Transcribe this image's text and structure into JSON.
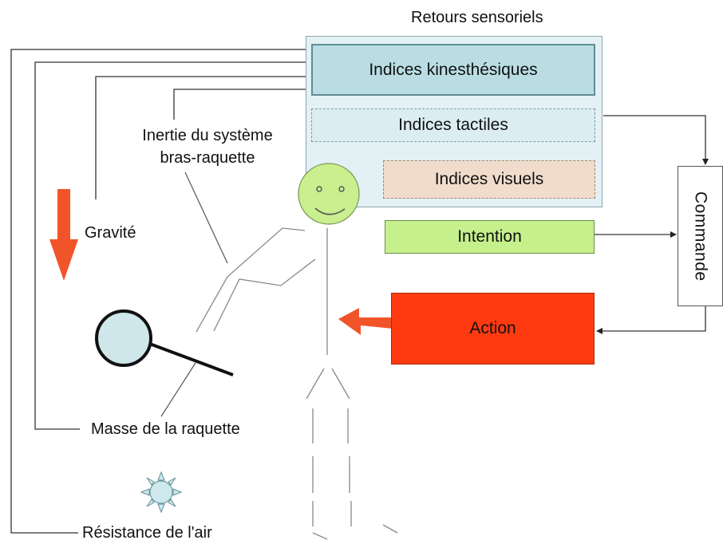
{
  "title": "Retours sensoriels",
  "sensory": {
    "kinesthetic": "Indices kinesthésiques",
    "tactile": "Indices tactiles",
    "visual": "Indices visuels"
  },
  "intention": "Intention",
  "command": "Commande",
  "action": "Action",
  "external_factors": {
    "inertia": [
      "Inertie du système",
      "bras-raquette"
    ],
    "gravity": "Gravité",
    "racket_mass": "Masse de la raquette",
    "air_resistance": "Résistance de l'air"
  },
  "colors": {
    "kinesthetic_fill": "#b9dde3",
    "tactile_fill": "#dcedf2",
    "visual_fill": "#f1dccb",
    "intention_fill": "#c5f08c",
    "action_fill": "#ff3a10",
    "gravity_arrow": "#f2542a",
    "head_fill": "#c9ef8e",
    "racket_face": "#cfe6ea",
    "sun_fill": "#cfe8ee"
  },
  "icons": [
    "gravity-arrow-icon",
    "sun-icon",
    "stick-figure",
    "racket"
  ]
}
